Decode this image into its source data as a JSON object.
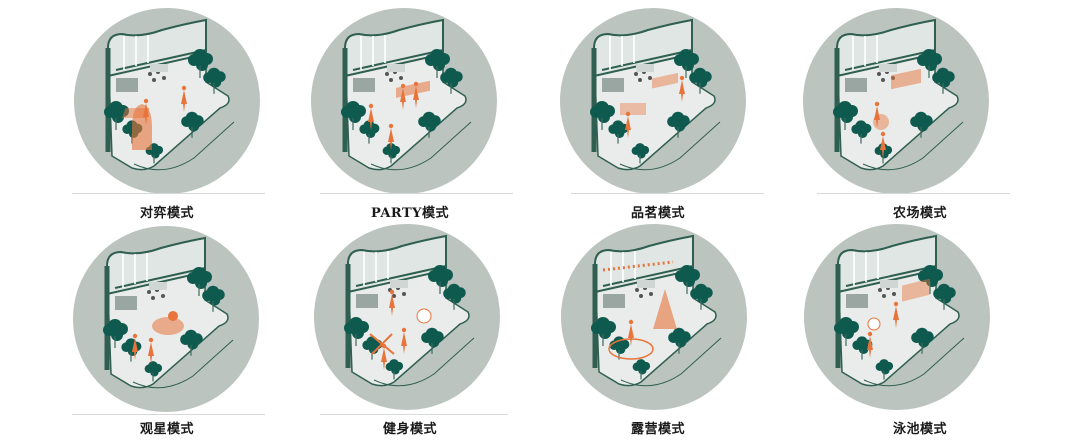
{
  "modes": [
    {
      "label": "对弈模式",
      "activity": "chess"
    },
    {
      "label": "PARTY模式",
      "activity": "party"
    },
    {
      "label": "品茗模式",
      "activity": "tea"
    },
    {
      "label": "农场模式",
      "activity": "farm"
    },
    {
      "label": "观星模式",
      "activity": "stargazing"
    },
    {
      "label": "健身模式",
      "activity": "fitness"
    },
    {
      "label": "露营模式",
      "activity": "camping"
    },
    {
      "label": "泳池模式",
      "activity": "pool"
    }
  ],
  "colors": {
    "disc": "#bcc4c0",
    "structure": "#2f5f50",
    "trees": "#0f5a4f",
    "figures": "#e8743b",
    "floor": "#e9ecea",
    "divider": "#d7d9d8"
  }
}
